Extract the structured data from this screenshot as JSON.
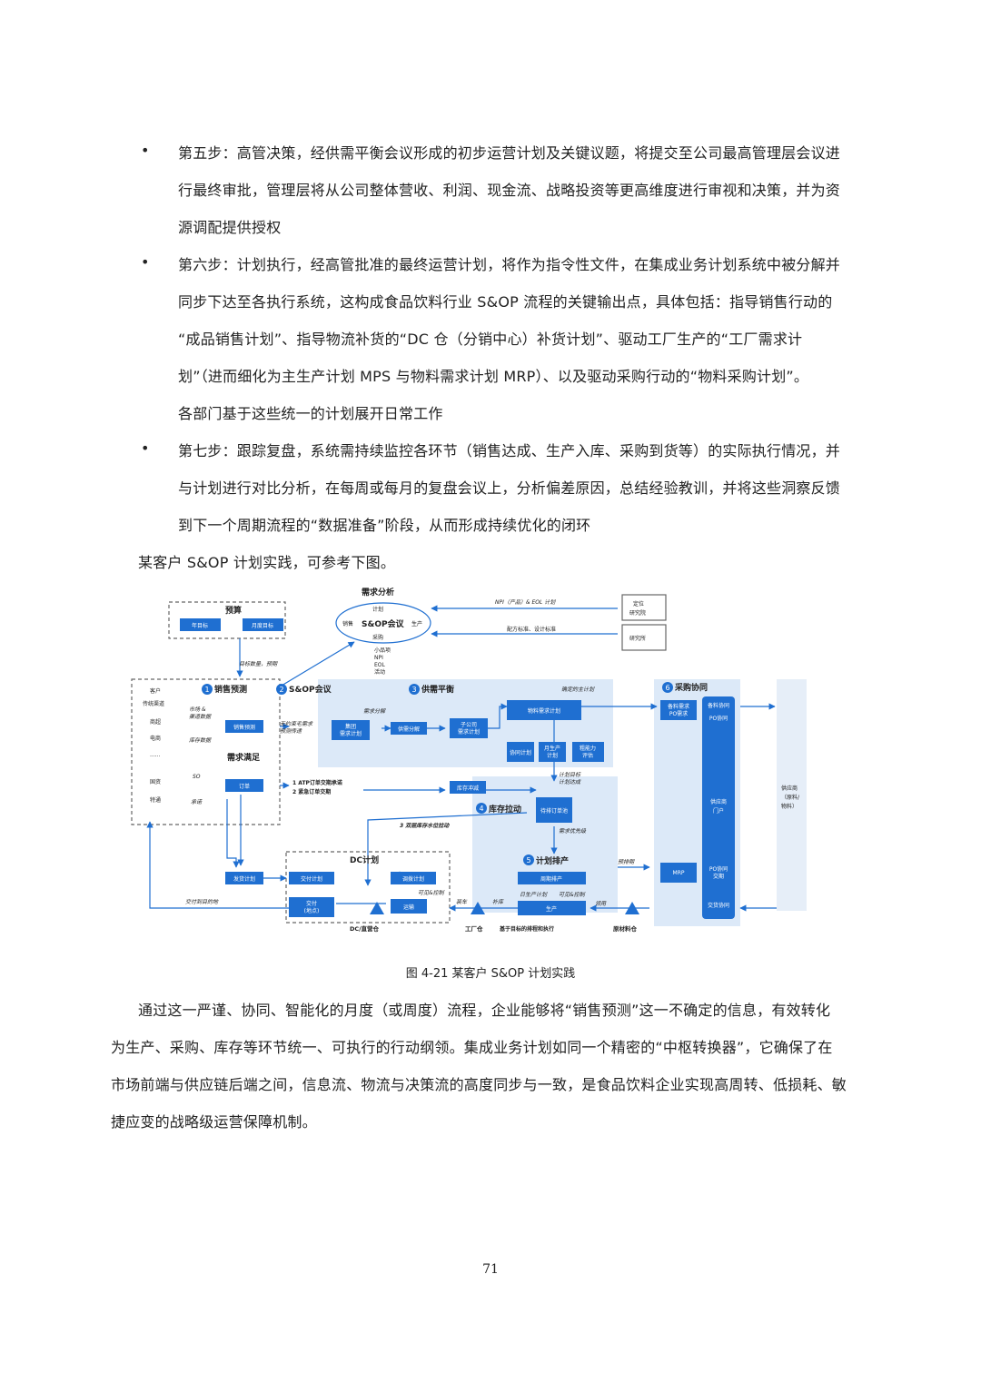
{
  "steps": [
    {
      "lines": [
        "第五步：高管决策，经供需平衡会议形成的初步运营计划及关键议题，将提交至公司最高管理层会议进",
        "行最终审批，管理层将从公司整体营收、利润、现金流、战略投资等更高维度进行审视和决策，并为资",
        "源调配提供授权"
      ]
    },
    {
      "lines": [
        "第六步：计划执行，经高管批准的最终运营计划，将作为指令性文件，在集成业务计划系统中被分解并",
        "同步下达至各执行系统，这构成食品饮料行业 S&OP 流程的关键输出点，具体包括：指导销售行动的",
        "“成品销售计划”、指导物流补货的“DC 仓（分销中心）补货计划”、驱动工厂生产的“工厂需求计",
        "划”（进而细化为主生产计划 MPS 与物料需求计划 MRP）、以及驱动采购行动的“物料采购计划”。",
        "各部门基于这些统一的计划展开日常工作"
      ]
    },
    {
      "lines": [
        "第七步：跟踪复盘，系统需持续监控各环节（销售达成、生产入库、采购到货等）的实际执行情况，并",
        "与计划进行对比分析，在每周或每月的复盘会议上，分析偏差原因，总结经验教训，并将这些洞察反馈",
        "到下一个周期流程的“数据准备”阶段，从而形成持续优化的闭环"
      ]
    }
  ],
  "bullet_char": "•",
  "intro": "某客户 S&OP 计划实践，可参考下图。",
  "figure": {
    "caption": "图 4-21  某客户 S&OP 计划实践",
    "budget": {
      "title": "预算",
      "annual": "年目标",
      "monthly": "月度目标",
      "note": "目标数量，预期"
    },
    "demand_analysis": "需求分析",
    "sop_cloud": {
      "center": "S&OP会议",
      "top": "计划",
      "left": "销售",
      "right": "生产",
      "bottom": "采购"
    },
    "sop_bullets": [
      "小品项",
      "NPI",
      "EOL",
      "活动"
    ],
    "npi_eol": "NPI（产品）& EOL 计划",
    "positioning": "定位\n研究院",
    "institute": "研究所",
    "formula_std": "配方标准、设计标准",
    "stage_labels": {
      "s1": "销售预测",
      "s2": "S&OP会议",
      "s3": "供需平衡",
      "s4": "库存拉动",
      "s5": "计划排产",
      "s6": "采购协同"
    },
    "stage_nums": [
      "1",
      "2",
      "3",
      "4",
      "5",
      "6"
    ],
    "customer": {
      "title": "客户",
      "items": [
        "传统渠道",
        "商超",
        "电商",
        "......",
        "国资",
        "特通"
      ]
    },
    "market_data": "市场 &\n渠道数据",
    "inventory_data": "库存数据",
    "sales_forecast": "销售预测",
    "unconstrained": "无约束毛需求\n预测传递",
    "demand_satisfy": "需求满足",
    "so": "SO",
    "order": "订单",
    "promise": "承诺",
    "atp": "1 ATP订单交期承诺",
    "rush": "2 紧急订单交期",
    "group_demand": "集团\n需求计划",
    "demand_split": "需求分解",
    "supply_split": "供需分解",
    "sub_demand": "子公司\n需求计划",
    "confirmed_plan": "确定的主计划",
    "material_demand": "物料需求计划",
    "collab_plan": "协同计划",
    "monthly_prod": "月生产\n计划",
    "capacity": "粗能力\n评估",
    "plan_target": "计划目标\n计划达成",
    "inv_buffer": "库存冲减",
    "pending_pool": "待排订单池",
    "demand_priority": "需求优先级",
    "three_level": "3 双层库存水位拉动",
    "dc_plan": "DC计划",
    "delivery_plan": "交付计划",
    "transfer_plan": "调拨计划",
    "visible": "可见&控制",
    "transport": "运输",
    "delivery_place": "交付\n(地点)",
    "dispatch_plan": "发货计划",
    "deliver_dest": "交付到目的地",
    "loading": "装车",
    "replenish": "补库",
    "period_schedule": "周期排产",
    "daily_plan": "日生产计划",
    "visible2": "可见&控制",
    "production": "生产",
    "based_on_goal": "基于目标的排程和执行",
    "issue": "领用",
    "dc_warehouse": "DC/直营仓",
    "factory_warehouse": "工厂仓",
    "raw_warehouse": "原材料仓",
    "prep": "预排期",
    "material_req": "备料需求\nPO需求",
    "mrp": "MRP",
    "prep_collab": "备料协同",
    "po_collab": "PO协同",
    "supplier_portal": "供应商\n门户",
    "po_delivery": "PO协同\n交期",
    "delivery_collab": "交货协同",
    "supplier": "供应商\n（原料/\n物料）"
  },
  "closing": [
    "通过这一严谨、协同、智能化的月度（或周度）流程，企业能够将“销售预测”这一不确定的信息，有效转化",
    "为生产、采购、库存等环节统一、可执行的行动纲领。集成业务计划如同一个精密的“中枢转换器”，它确保了在",
    "市场前端与供应链后端之间，信息流、物流与决策流的高度同步与一致，是食品饮料企业实现高周转、低损耗、敏",
    "捷应变的战略级运营保障机制。"
  ],
  "page_number": "71",
  "colors": {
    "accent": "#1f6fd1",
    "panel": "#dce9f8",
    "dark_text": "#222222"
  }
}
